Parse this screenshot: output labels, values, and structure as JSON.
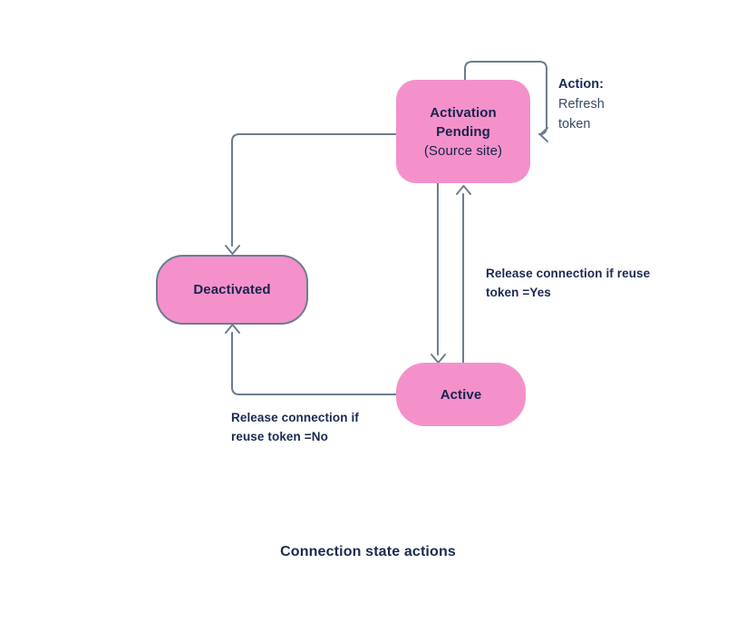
{
  "diagram": {
    "caption": "Connection state actions",
    "colors": {
      "node_fill": "#f491cb",
      "node_border": "#6e7c8e",
      "connector": "#6e7c8e",
      "text_navy": "#16254c",
      "label_navy": "#1b2a52",
      "background": "#ffffff"
    },
    "nodes": [
      {
        "id": "activation-pending",
        "title": "Activation",
        "title_line2": "Pending",
        "subtitle": "(Source site)"
      },
      {
        "id": "deactivated",
        "title": "Deactivated"
      },
      {
        "id": "active",
        "title": "Active"
      }
    ],
    "edge_labels": {
      "reuse_yes_line1": "Release connection if reuse",
      "reuse_yes_line2": "token =Yes",
      "reuse_no_line1": "Release connection if",
      "reuse_no_line2": "reuse token =No",
      "action_head": "Action:",
      "action_line1": "Refresh",
      "action_line2": "token"
    }
  }
}
